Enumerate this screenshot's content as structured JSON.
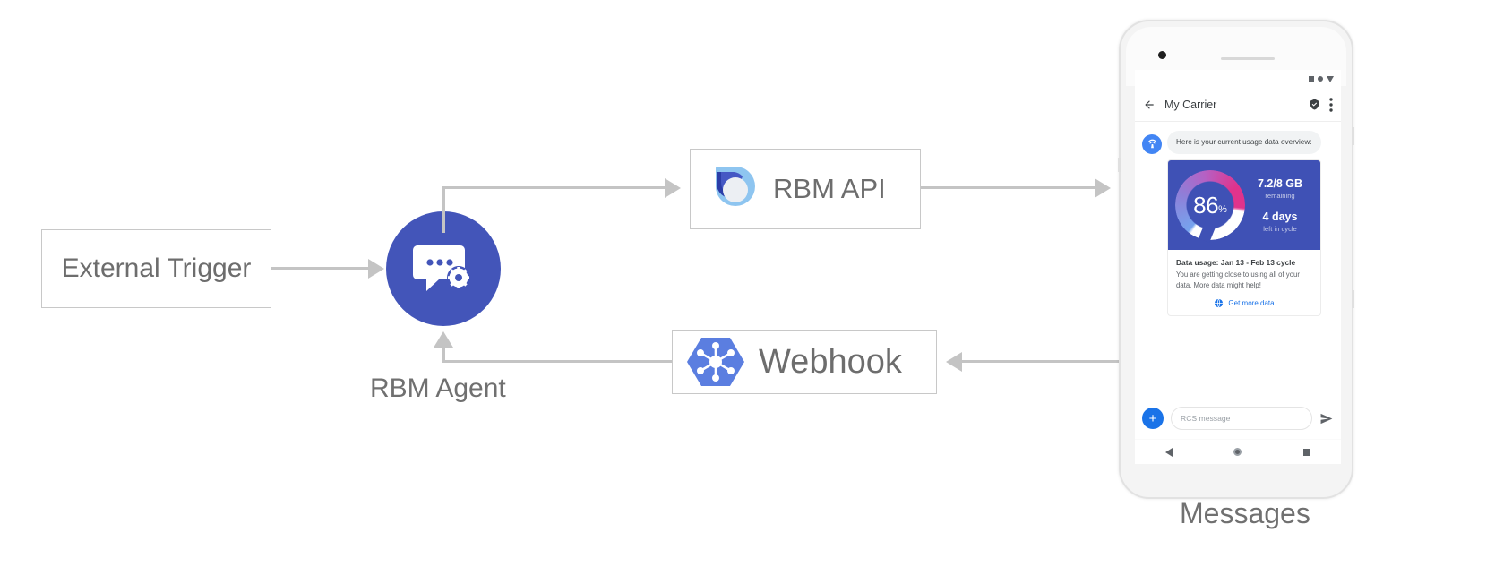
{
  "diagram": {
    "external_trigger": {
      "label": "External Trigger"
    },
    "rbm_agent": {
      "caption": "RBM Agent",
      "icon": "chat-gear-icon"
    },
    "rbm_api": {
      "label": "RBM API",
      "icon": "rbm-api-droplet-icon"
    },
    "webhook": {
      "label": "Webhook",
      "icon": "webhook-hexagon-icon"
    },
    "messages_caption": "Messages"
  },
  "phone": {
    "status_bar": {
      "icons": [
        "square-icon",
        "dot-icon",
        "triangle-down-icon"
      ]
    },
    "app_bar": {
      "back_icon": "back-arrow-icon",
      "title": "My Carrier",
      "verified_icon": "shield-check-icon",
      "menu_icon": "more-vertical-icon"
    },
    "conversation": {
      "avatar_icon": "carrier-antenna-icon",
      "bubble_text": "Here is your current usage data overview:"
    },
    "rich_card": {
      "gauge": {
        "value": "86",
        "unit": "%",
        "percent": 86,
        "colors": {
          "track_start": "#76a3ee",
          "track_mid": "#a96ad0",
          "track_end": "#e0338c",
          "remaining": "#ffffff",
          "panel_bg": "#3f51b5"
        }
      },
      "stats": [
        {
          "value": "7.2/8 GB",
          "label": "remaining"
        },
        {
          "value": "4 days",
          "label": "left in cycle"
        }
      ],
      "title": "Data usage: Jan 13 - Feb 13 cycle",
      "description": "You are getting close to using all of your data. More data might help!",
      "action": {
        "icon": "globe-icon",
        "label": "Get more data",
        "color": "#1a73e8"
      }
    },
    "composer": {
      "plus_icon": "plus-icon",
      "placeholder": "RCS message",
      "send_icon": "send-icon"
    },
    "nav_bar": {
      "back_icon": "nav-back-icon",
      "home_icon": "nav-home-icon",
      "recents_icon": "nav-recents-icon"
    }
  },
  "theme": {
    "agent_blue": "#4355b9",
    "line_gray": "#c4c4c4",
    "box_border": "#c8c8c8",
    "text_gray": "#6d6d6d"
  }
}
